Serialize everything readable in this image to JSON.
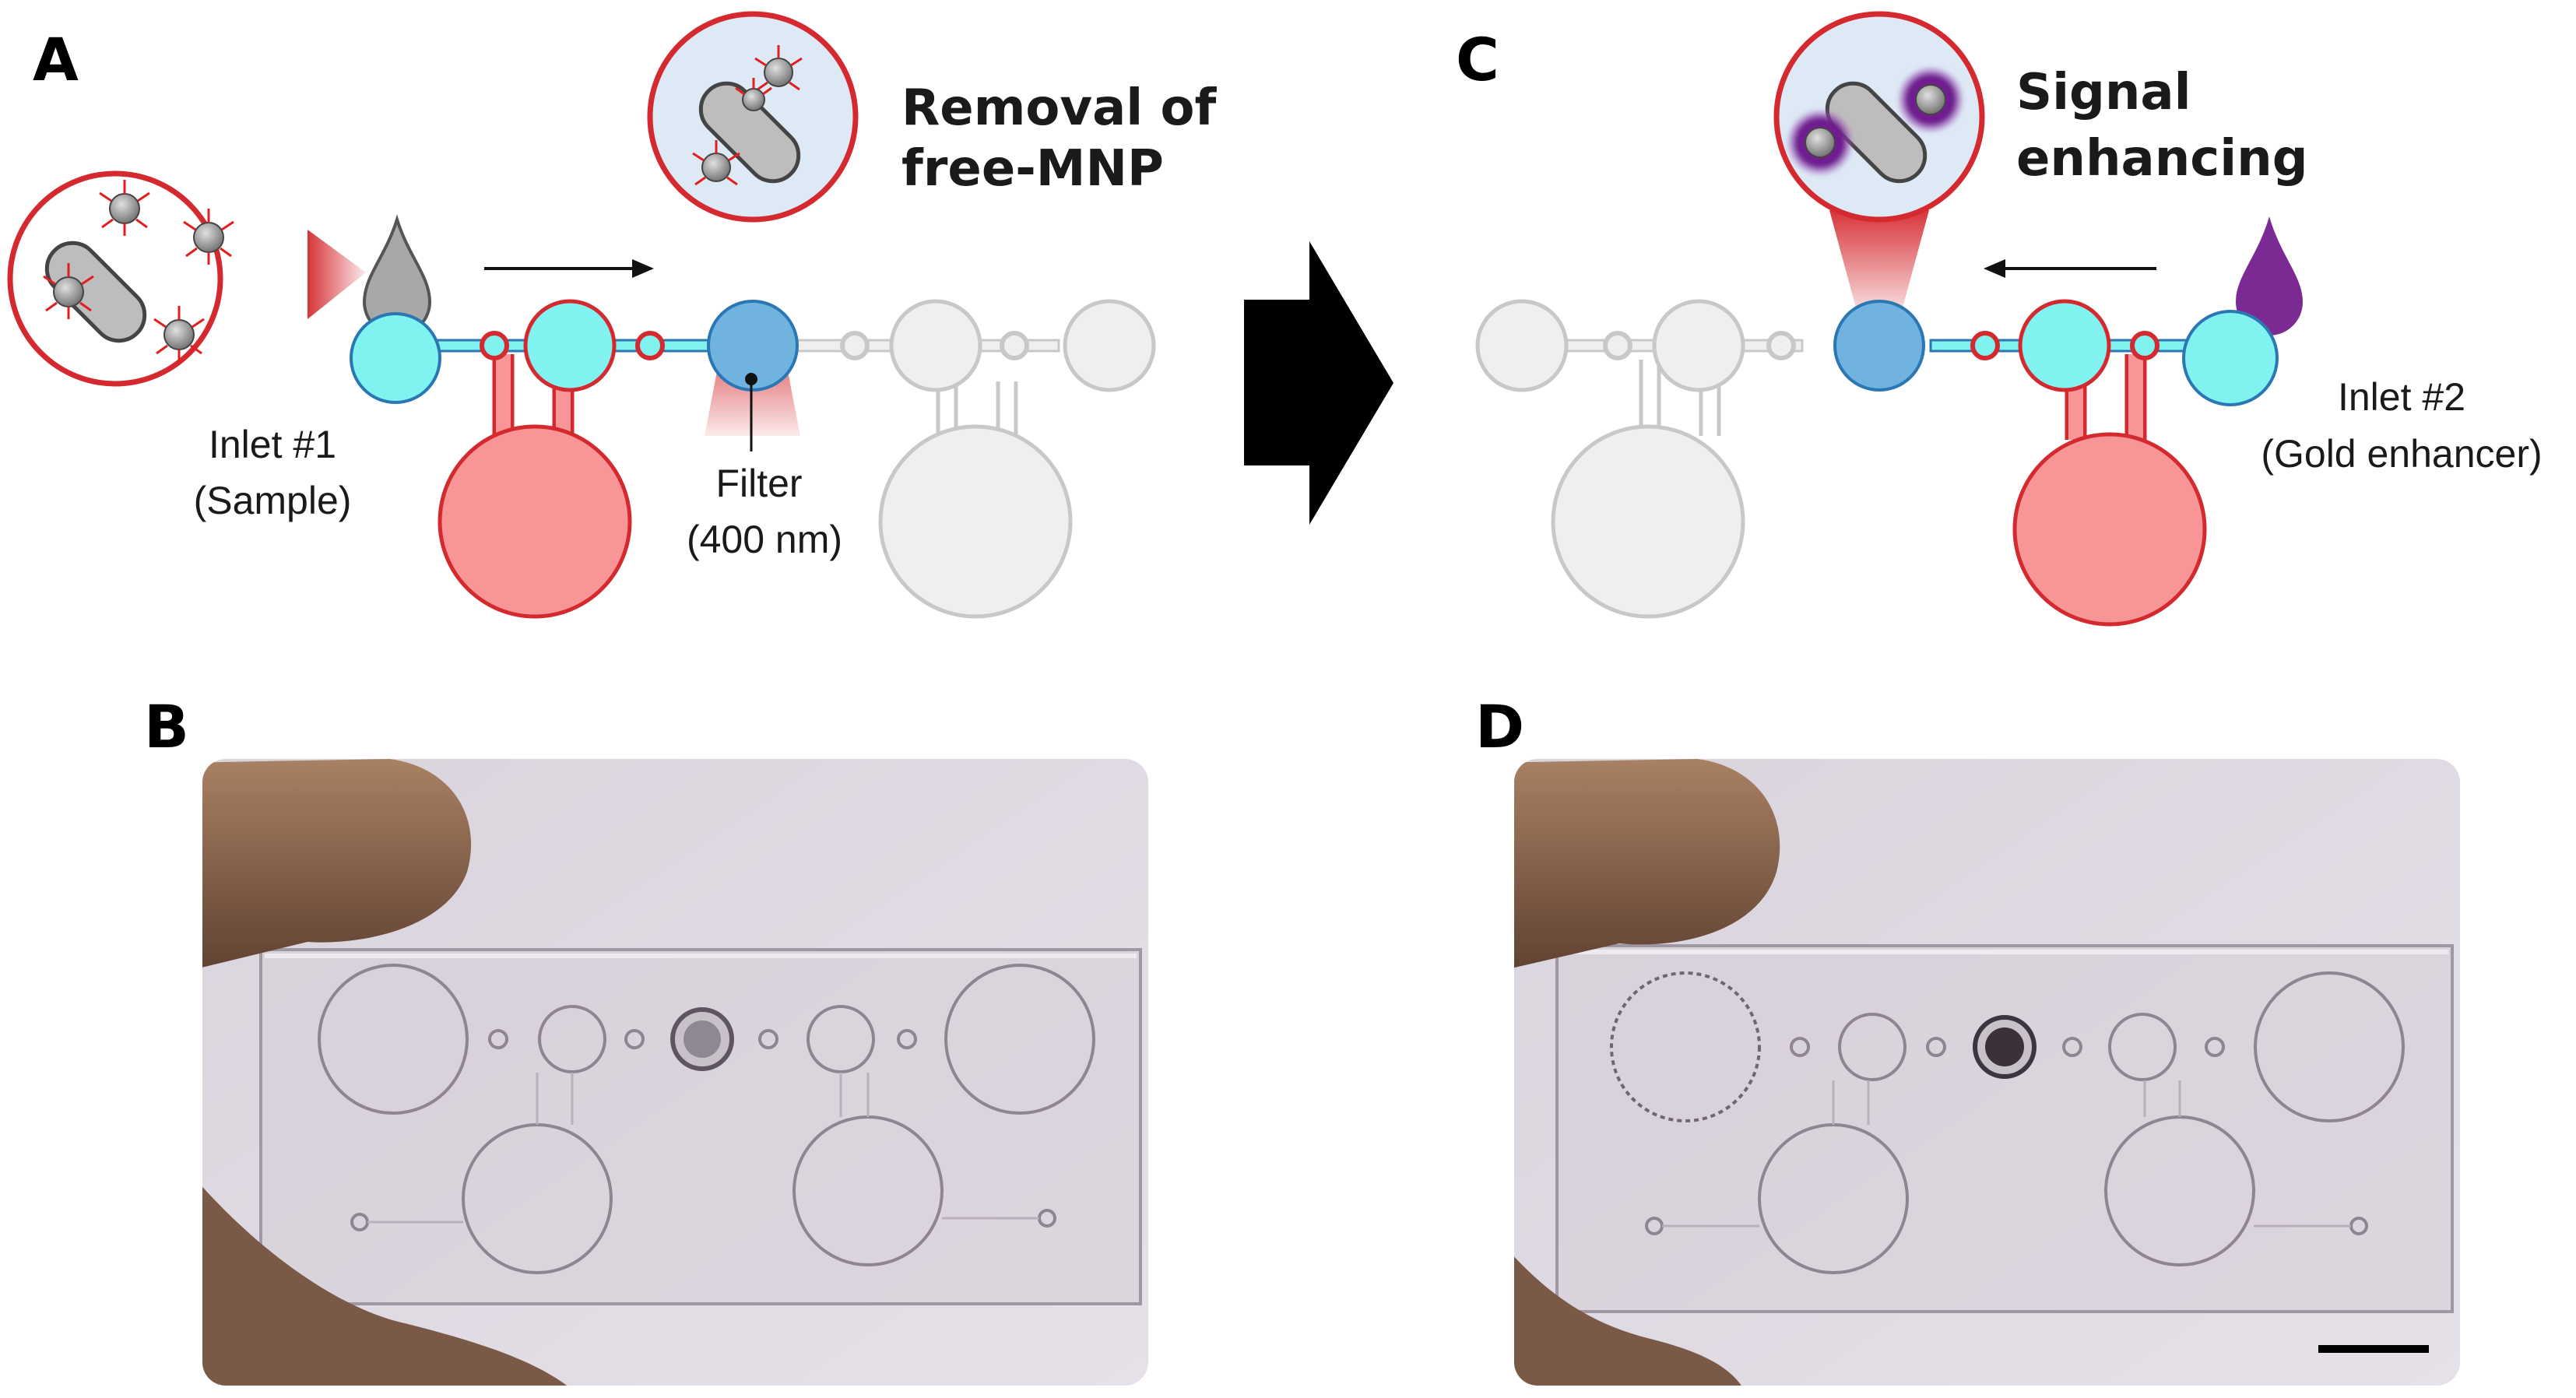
{
  "panels": {
    "a": {
      "label": "A",
      "callout_lines": [
        "Removal of",
        "free-MNP"
      ],
      "inlet_lines": [
        "Inlet  #1",
        "(Sample)"
      ],
      "filter_lines": [
        "Filter",
        "(400 nm)"
      ]
    },
    "b": {
      "label": "B"
    },
    "c": {
      "label": "C",
      "callout_lines": [
        "Signal",
        "enhancing"
      ],
      "inlet_lines": [
        "Inlet  #2",
        "(Gold enhancer)"
      ]
    },
    "d": {
      "label": "D"
    }
  },
  "colors": {
    "cyan_chamber": "#80f2ef",
    "red_chamber": "#f79597",
    "red_outline": "#d42a2f",
    "blue_filter": "#6fb3de",
    "blue_outline": "#2b77b4",
    "inactive": "#efefef",
    "sample_drop": "#a8a8a8",
    "enhancer_drop": "#7b2a93"
  }
}
